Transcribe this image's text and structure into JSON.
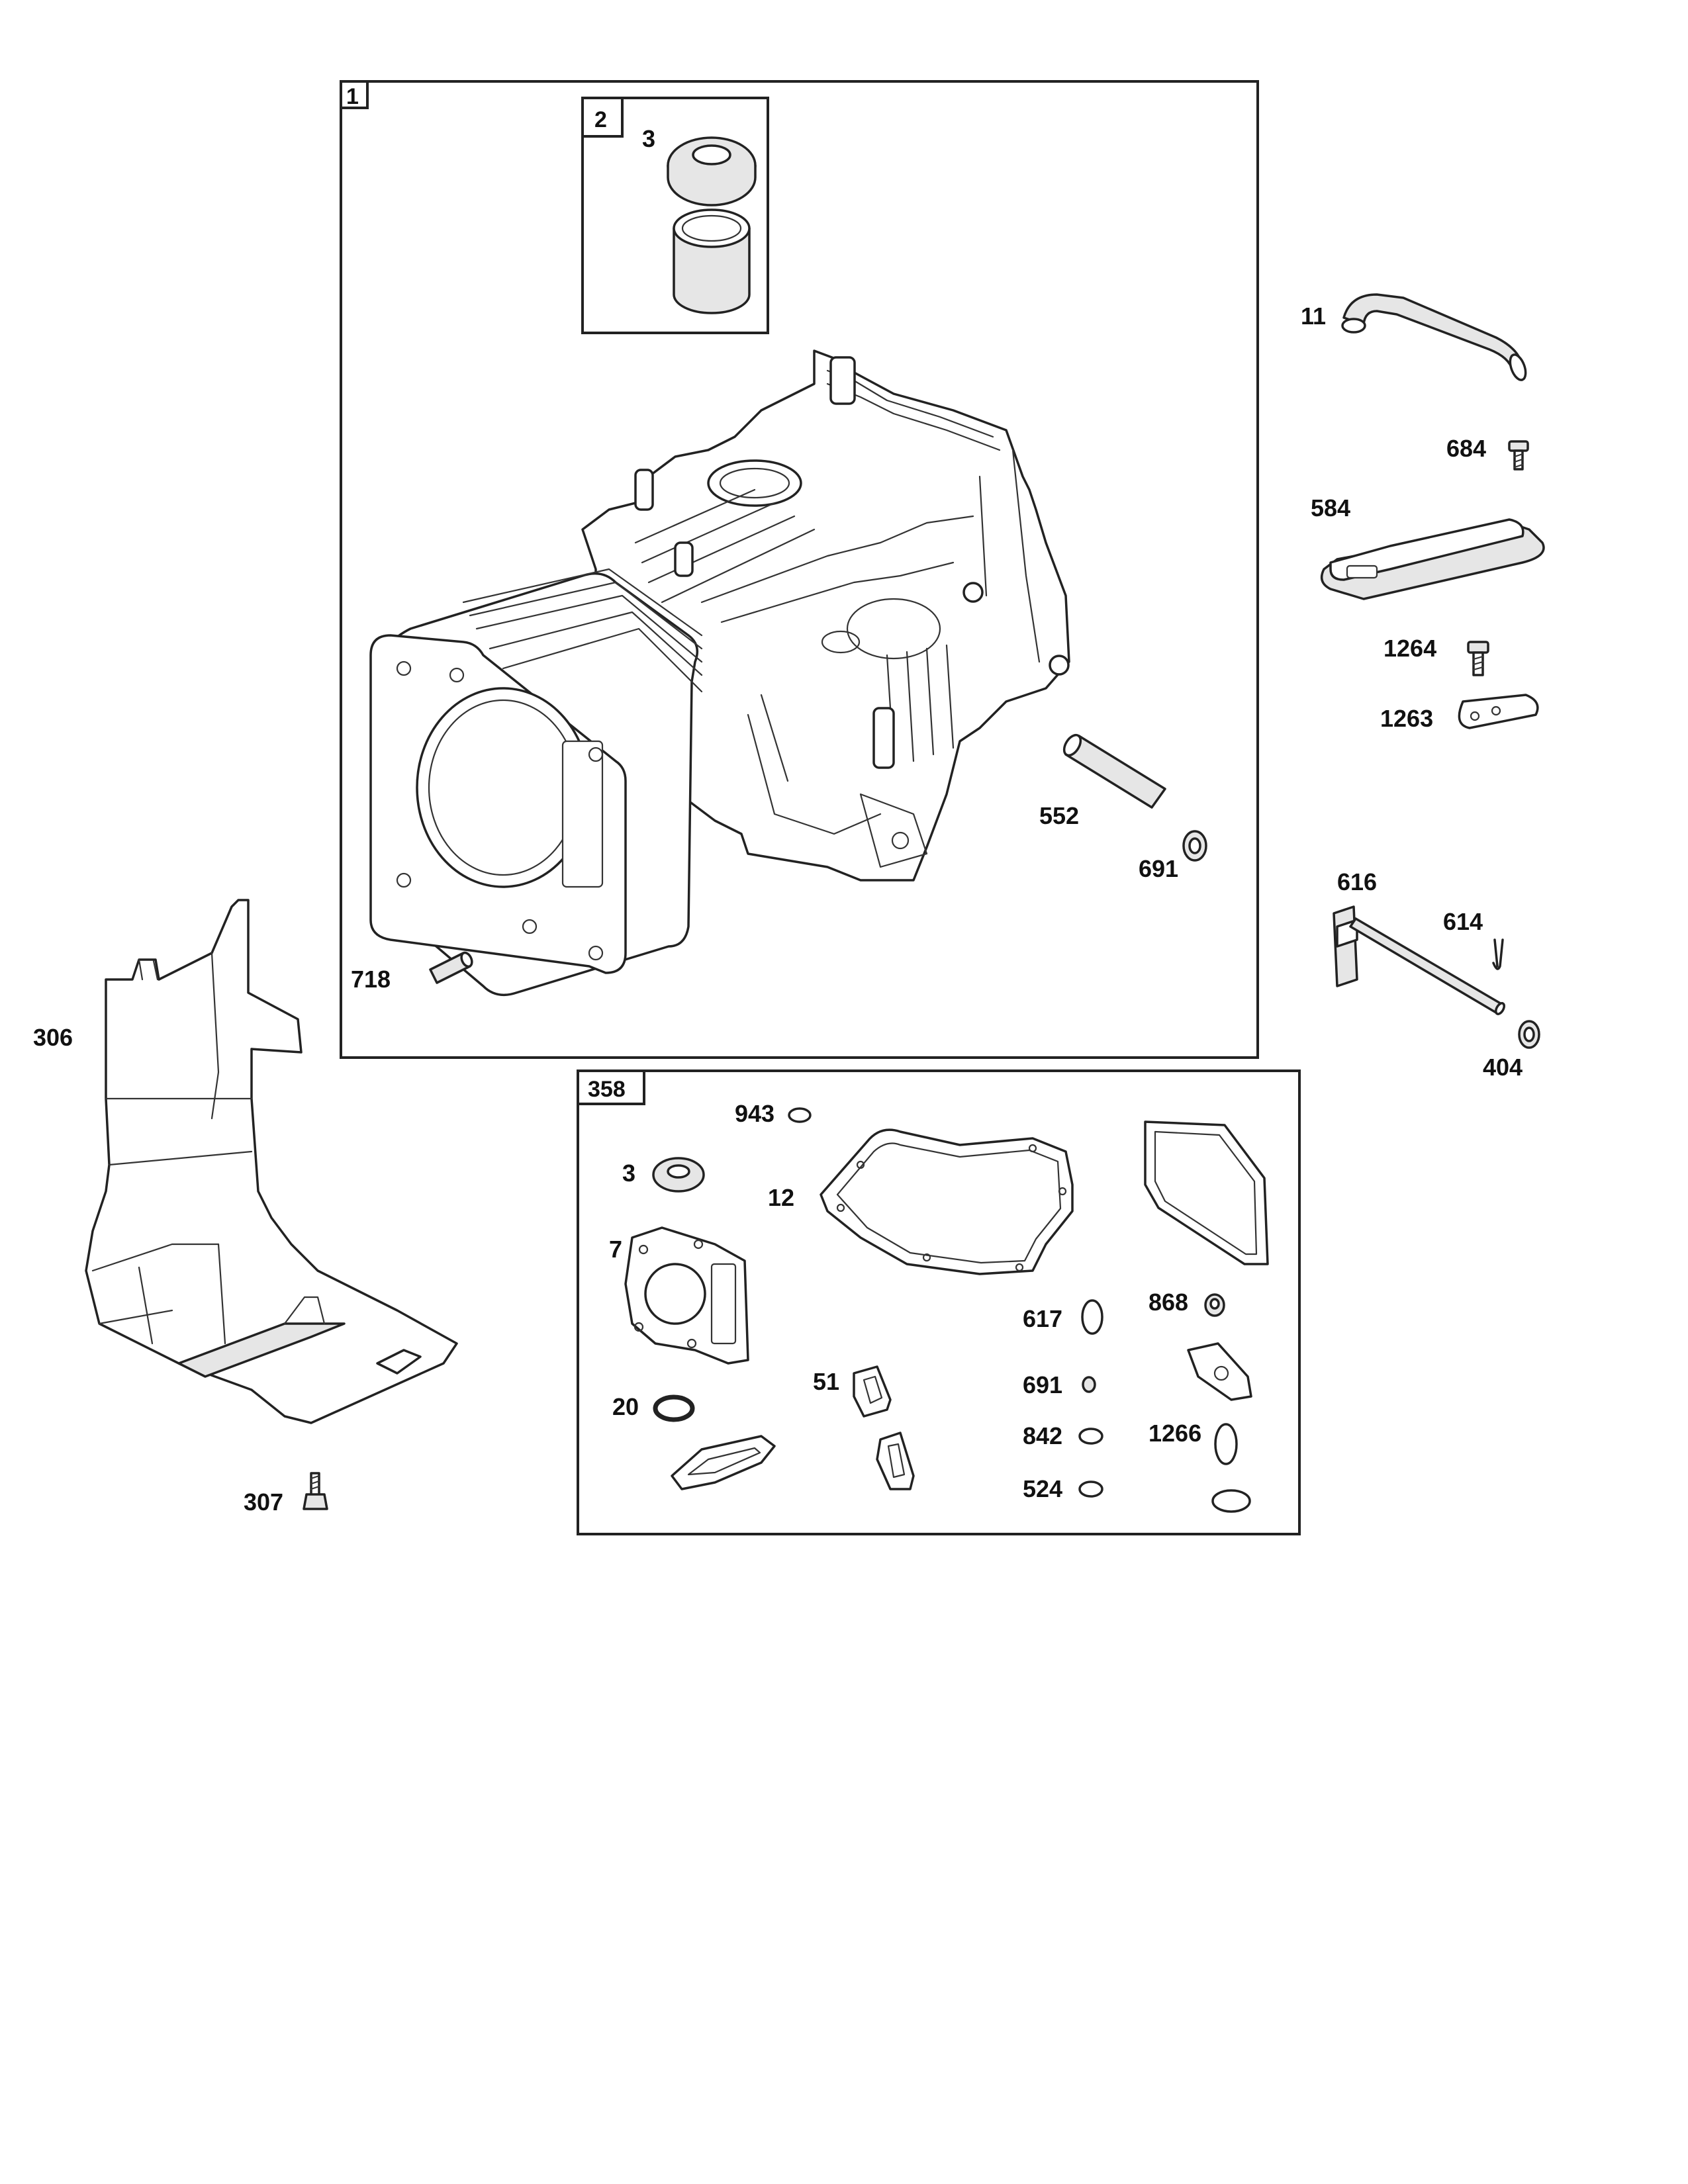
{
  "boxes": {
    "main_box_label": "1",
    "bearing_box_label": "2",
    "gasket_box_label": "358"
  },
  "labels": {
    "p3_top": "3",
    "p11": "11",
    "p684": "684",
    "p584": "584",
    "p1264": "1264",
    "p1263": "1263",
    "p552": "552",
    "p691_top": "691",
    "p616": "616",
    "p614": "614",
    "p404": "404",
    "p718": "718",
    "p306": "306",
    "p307": "307",
    "p943": "943",
    "p3_kit": "3",
    "p12": "12",
    "p7": "7",
    "p617": "617",
    "p868": "868",
    "p51": "51",
    "p691_kit": "691",
    "p20": "20",
    "p842": "842",
    "p1266": "1266",
    "p524": "524"
  }
}
